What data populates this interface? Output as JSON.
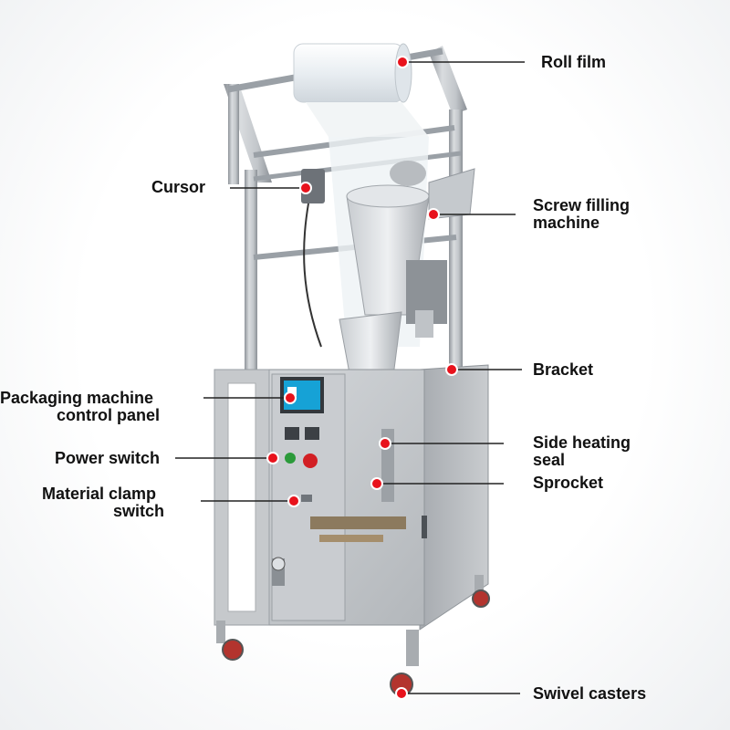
{
  "labels": {
    "roll_film": "Roll film",
    "cursor": "Cursor",
    "screw_filling_line1": "Screw filling",
    "screw_filling_line2": "machine",
    "bracket": "Bracket",
    "control_panel_line1": "Packaging machine",
    "control_panel_line2": "control panel",
    "side_heating_line1": "Side heating",
    "side_heating_line2": "seal",
    "power_switch": "Power switch",
    "sprocket": "Sprocket",
    "material_clamp_line1": "Material clamp",
    "material_clamp_line2": "switch",
    "swivel_casters": "Swivel casters"
  },
  "colors": {
    "marker": "#e8121c",
    "leader_line": "#222222",
    "steel": "#b9bdc2",
    "text": "#111111"
  }
}
